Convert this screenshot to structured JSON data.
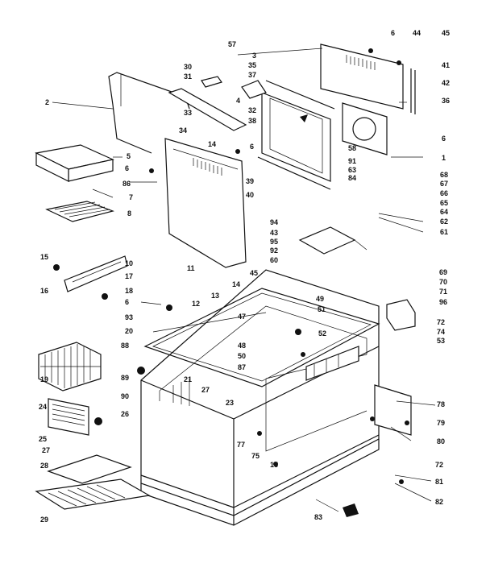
{
  "labels": [
    {
      "id": "l1",
      "text": "1"
    },
    {
      "id": "l2",
      "text": "2"
    },
    {
      "id": "l3",
      "text": "3"
    },
    {
      "id": "l4",
      "text": "4"
    },
    {
      "id": "l5",
      "text": "5"
    },
    {
      "id": "l6a",
      "text": "6"
    },
    {
      "id": "l6b",
      "text": "6"
    },
    {
      "id": "l6c",
      "text": "6"
    },
    {
      "id": "l6d",
      "text": "6"
    },
    {
      "id": "l6e",
      "text": "6"
    },
    {
      "id": "l7",
      "text": "7"
    },
    {
      "id": "l8",
      "text": "8"
    },
    {
      "id": "l10",
      "text": "10"
    },
    {
      "id": "l11",
      "text": "11"
    },
    {
      "id": "l12",
      "text": "12"
    },
    {
      "id": "l13",
      "text": "13"
    },
    {
      "id": "l14a",
      "text": "14"
    },
    {
      "id": "l14b",
      "text": "14"
    },
    {
      "id": "l15a",
      "text": "15"
    },
    {
      "id": "l15b",
      "text": "15"
    },
    {
      "id": "l16",
      "text": "16"
    },
    {
      "id": "l17",
      "text": "17"
    },
    {
      "id": "l18",
      "text": "18"
    },
    {
      "id": "l19",
      "text": "19"
    },
    {
      "id": "l20",
      "text": "20"
    },
    {
      "id": "l21",
      "text": "21"
    },
    {
      "id": "l23",
      "text": "23"
    },
    {
      "id": "l24",
      "text": "24"
    },
    {
      "id": "l25",
      "text": "25"
    },
    {
      "id": "l26",
      "text": "26"
    },
    {
      "id": "l27a",
      "text": "27"
    },
    {
      "id": "l27b",
      "text": "27"
    },
    {
      "id": "l28",
      "text": "28"
    },
    {
      "id": "l29",
      "text": "29"
    },
    {
      "id": "l30",
      "text": "30"
    },
    {
      "id": "l31",
      "text": "31"
    },
    {
      "id": "l32",
      "text": "32"
    },
    {
      "id": "l33",
      "text": "33"
    },
    {
      "id": "l34",
      "text": "34"
    },
    {
      "id": "l35",
      "text": "35"
    },
    {
      "id": "l36",
      "text": "36"
    },
    {
      "id": "l37",
      "text": "37"
    },
    {
      "id": "l38",
      "text": "38"
    },
    {
      "id": "l39",
      "text": "39"
    },
    {
      "id": "l40",
      "text": "40"
    },
    {
      "id": "l41",
      "text": "41"
    },
    {
      "id": "l42",
      "text": "42"
    },
    {
      "id": "l43",
      "text": "43"
    },
    {
      "id": "l44",
      "text": "44"
    },
    {
      "id": "l45a",
      "text": "45"
    },
    {
      "id": "l45b",
      "text": "45"
    },
    {
      "id": "l47",
      "text": "47"
    },
    {
      "id": "l48",
      "text": "48"
    },
    {
      "id": "l49",
      "text": "49"
    },
    {
      "id": "l50",
      "text": "50"
    },
    {
      "id": "l51",
      "text": "51"
    },
    {
      "id": "l52",
      "text": "52"
    },
    {
      "id": "l53",
      "text": "53"
    },
    {
      "id": "l57",
      "text": "57"
    },
    {
      "id": "l58",
      "text": "58"
    },
    {
      "id": "l60",
      "text": "60"
    },
    {
      "id": "l61",
      "text": "61"
    },
    {
      "id": "l62",
      "text": "62"
    },
    {
      "id": "l63",
      "text": "63"
    },
    {
      "id": "l64",
      "text": "64"
    },
    {
      "id": "l65",
      "text": "65"
    },
    {
      "id": "l66",
      "text": "66"
    },
    {
      "id": "l67",
      "text": "67"
    },
    {
      "id": "l68",
      "text": "68"
    },
    {
      "id": "l69",
      "text": "69"
    },
    {
      "id": "l70",
      "text": "70"
    },
    {
      "id": "l71",
      "text": "71"
    },
    {
      "id": "l72a",
      "text": "72"
    },
    {
      "id": "l72b",
      "text": "72"
    },
    {
      "id": "l74",
      "text": "74"
    },
    {
      "id": "l75",
      "text": "75"
    },
    {
      "id": "l77",
      "text": "77"
    },
    {
      "id": "l78",
      "text": "78"
    },
    {
      "id": "l79",
      "text": "79"
    },
    {
      "id": "l80",
      "text": "80"
    },
    {
      "id": "l81",
      "text": "81"
    },
    {
      "id": "l82",
      "text": "82"
    },
    {
      "id": "l83",
      "text": "83"
    },
    {
      "id": "l84",
      "text": "84"
    },
    {
      "id": "l86",
      "text": "86"
    },
    {
      "id": "l87",
      "text": "87"
    },
    {
      "id": "l88",
      "text": "88"
    },
    {
      "id": "l89",
      "text": "89"
    },
    {
      "id": "l90",
      "text": "90"
    },
    {
      "id": "l91",
      "text": "91"
    },
    {
      "id": "l92",
      "text": "92"
    },
    {
      "id": "l93",
      "text": "93"
    },
    {
      "id": "l94",
      "text": "94"
    },
    {
      "id": "l95",
      "text": "95"
    },
    {
      "id": "l96",
      "text": "96"
    }
  ]
}
